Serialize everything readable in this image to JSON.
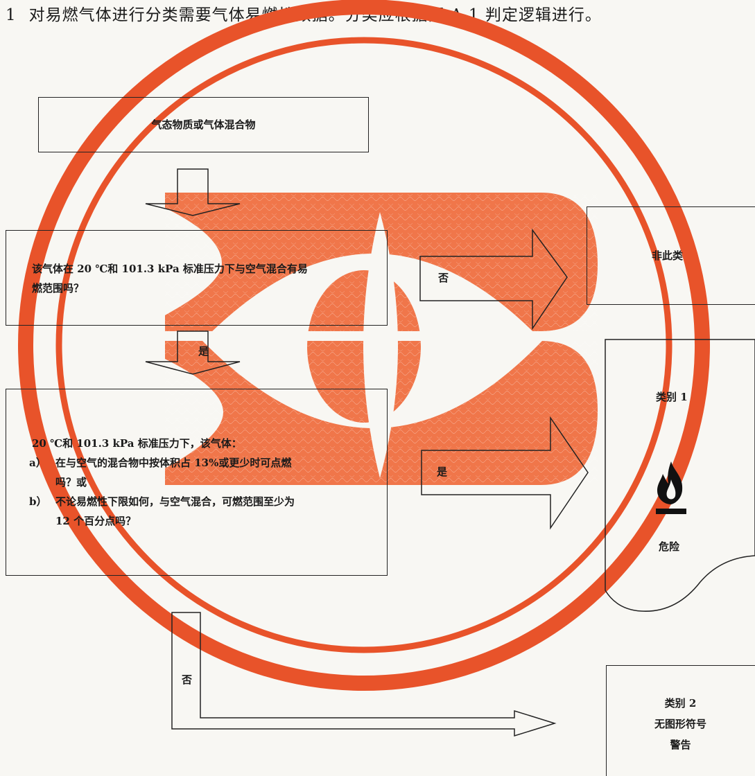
{
  "intro": {
    "number": "1",
    "text": "对易燃气体进行分类需要气体易燃性数据。分类应根据图 A.1 判定逻辑进行。"
  },
  "box_start": {
    "text": "气态物质或气体混合物"
  },
  "question1": {
    "line1": "该气体在 20 ℃和 101.3 kPa 标准压力下与空气混合有易",
    "line2": "燃范围吗？"
  },
  "question2": {
    "intro": "20 ℃和 101.3 kPa 标准压力下，该气体：",
    "items": [
      {
        "marker": "a）",
        "line1": "在与空气的混合物中按体积占 13%或更少时可点燃",
        "line2": "吗？或"
      },
      {
        "marker": "b）",
        "line1": "不论易燃性下限如何，与空气混合，可燃范围至少为",
        "line2": "12 个百分点吗？"
      }
    ]
  },
  "arrows": {
    "q1_no": "否",
    "q1_yes": "是",
    "q2_yes": "是",
    "q2_no": "否"
  },
  "result_not_class": {
    "text": "非此类"
  },
  "result_category1": {
    "title": "类别 1",
    "pictogram": "flame-icon",
    "signal_word": "危险"
  },
  "result_category2": {
    "title": "类别 2",
    "symbol": "无图形符号",
    "signal_word": "警告"
  },
  "colors": {
    "stamp": "#e8532a",
    "watermark": "#f0764a",
    "ink": "#1a1a1a"
  }
}
